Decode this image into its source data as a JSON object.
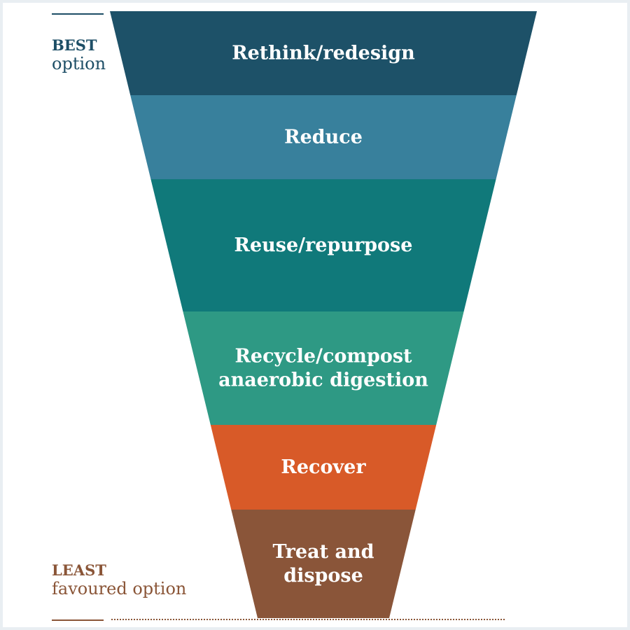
{
  "side_labels": {
    "best": {
      "strong": "BEST",
      "sub": "option"
    },
    "least": {
      "strong": "LEAST",
      "sub": "favoured option"
    }
  },
  "layers": [
    {
      "lines": [
        "Rethink/redesign"
      ],
      "color": "#1d5168"
    },
    {
      "lines": [
        "Reduce"
      ],
      "color": "#38809c"
    },
    {
      "lines": [
        "Reuse/repurpose"
      ],
      "color": "#10797a"
    },
    {
      "lines": [
        "Recycle/compost",
        "anaerobic digestion"
      ],
      "color": "#2e9984"
    },
    {
      "lines": [
        "Recover"
      ],
      "color": "#d85a28"
    },
    {
      "lines": [
        "Treat and",
        "dispose"
      ],
      "color": "#8a5539"
    }
  ],
  "colors": {
    "best_text": "#1d4e66",
    "least_text": "#8a5537"
  }
}
